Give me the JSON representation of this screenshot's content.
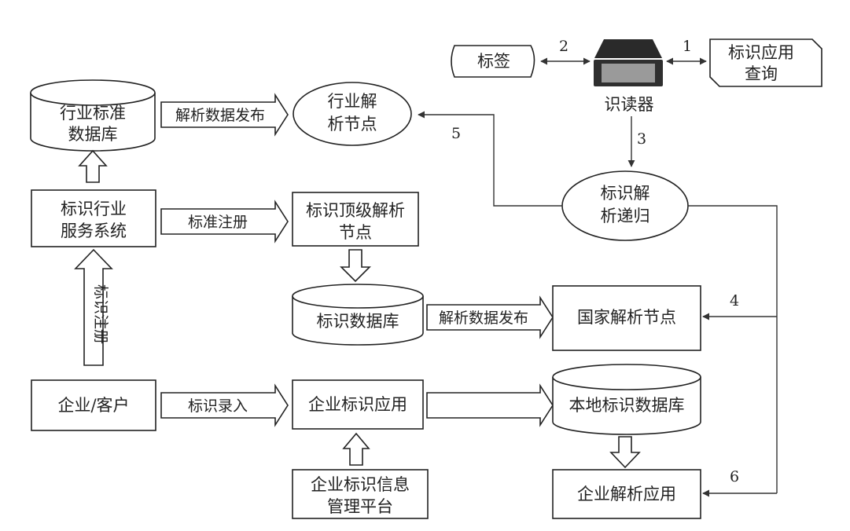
{
  "nodes": {
    "industry_db": [
      "行业标准",
      "数据库"
    ],
    "industry_node": [
      "行业解",
      "析节点"
    ],
    "industry_service": [
      "标识行业",
      "服务系统"
    ],
    "top_node": [
      "标识顶级解析",
      "节点"
    ],
    "id_db": "标识数据库",
    "national_node": "国家解析节点",
    "enterprise_customer": "企业/客户",
    "enterprise_app": "企业标识应用",
    "local_db": "本地标识数据库",
    "enterprise_resolve_app": "企业解析应用",
    "info_platform": [
      "企业标识信息",
      "管理平台"
    ],
    "tag": "标签",
    "app_query": [
      "标识应用",
      "查询"
    ],
    "reader": "识读器",
    "recursion": [
      "标识解",
      "析递归"
    ]
  },
  "arrow_labels": {
    "publish_1": "解析数据发布",
    "std_register": "标准注册",
    "publish_2": "解析数据发布",
    "id_entry": "标识录入",
    "id_register": "标识注册"
  },
  "numbers": [
    "1",
    "2",
    "3",
    "4",
    "5",
    "6"
  ],
  "colors": {
    "stroke": "#222222",
    "background": "#ffffff"
  }
}
